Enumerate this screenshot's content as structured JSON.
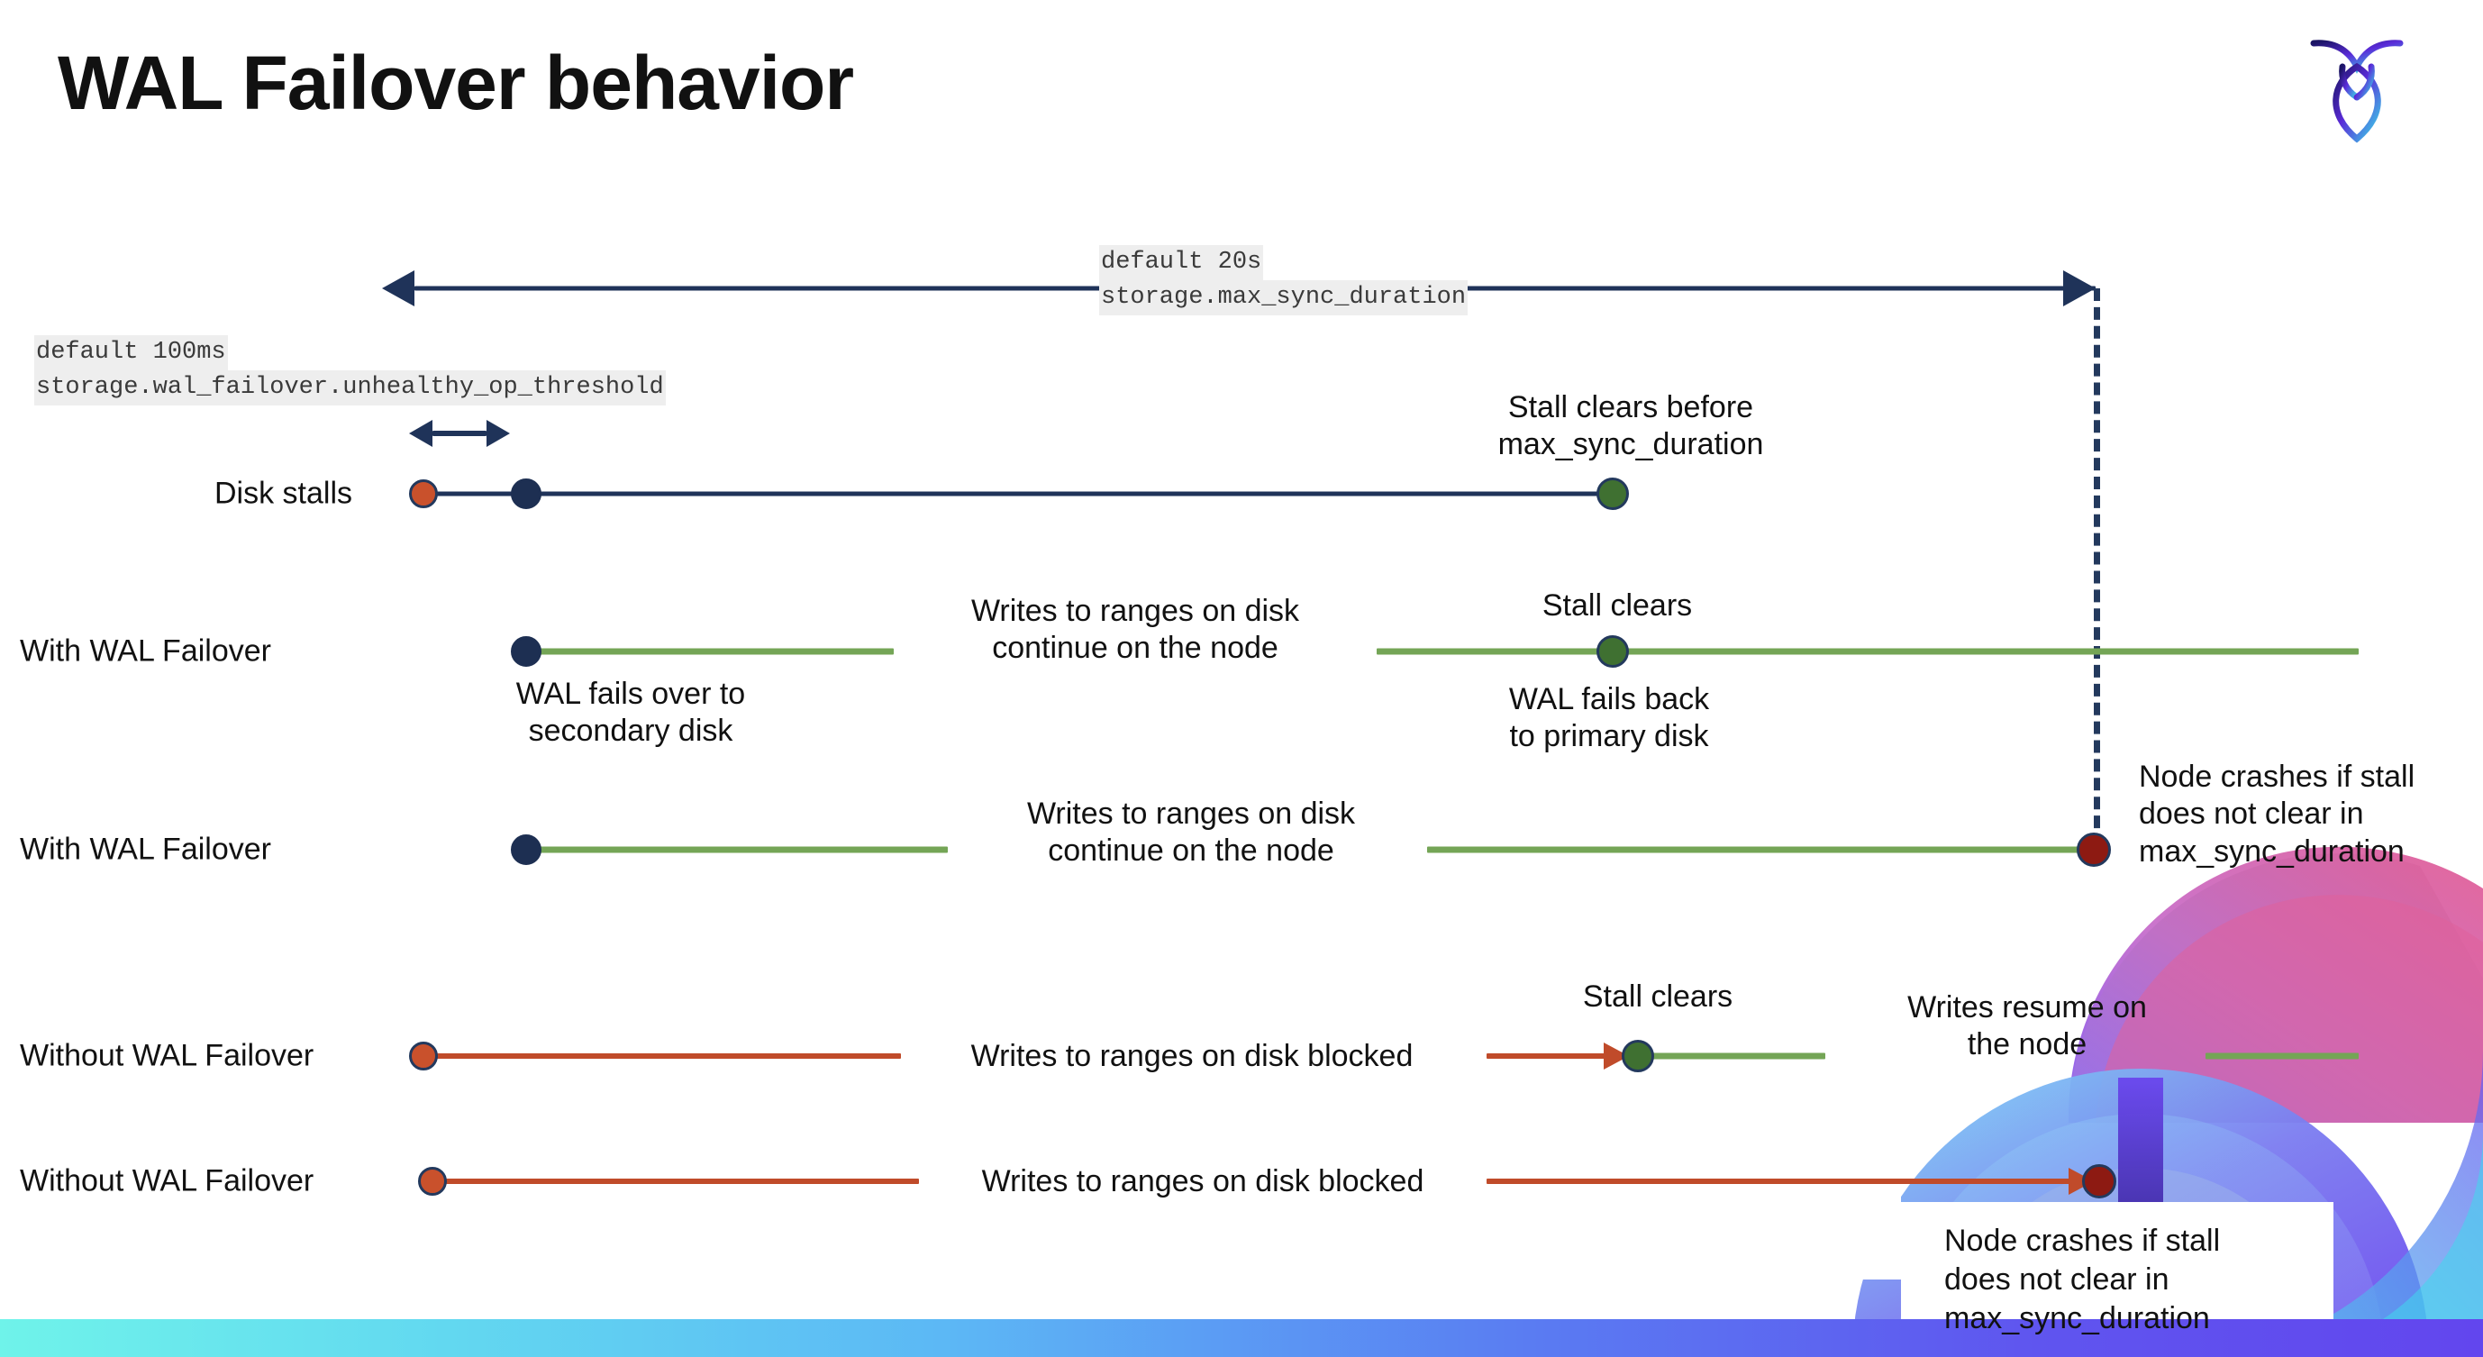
{
  "slide": {
    "title": "WAL Failover behavior",
    "logo_name": "cockroachdb-logo"
  },
  "callouts": {
    "max_sync_duration": {
      "line1": "default 20s",
      "line2": "storage.max_sync_duration"
    },
    "unhealthy_op_threshold": {
      "line1": "default 100ms",
      "line2": "storage.wal_failover.unhealthy_op_threshold"
    }
  },
  "rows": [
    {
      "label": "Disk stalls",
      "notes": [
        {
          "text_line1": "Stall clears before",
          "text_line2": "max_sync_duration"
        }
      ]
    },
    {
      "label": "With WAL Failover",
      "notes": [
        {
          "text_line1": "Writes to ranges on disk",
          "text_line2": "continue on the node"
        },
        {
          "text_line1": "Stall clears",
          "text_line2": ""
        },
        {
          "text_line1": "WAL fails over to",
          "text_line2": "secondary disk"
        },
        {
          "text_line1": "WAL fails  back",
          "text_line2": "to primary disk"
        }
      ]
    },
    {
      "label": "With WAL Failover",
      "notes": [
        {
          "text_line1": "Writes to ranges on disk",
          "text_line2": "continue on the node"
        },
        {
          "text_line1": "Node crashes if stall",
          "text_line2": "does not clear in",
          "text_line3": "max_sync_duration"
        }
      ]
    },
    {
      "label": "Without WAL Failover",
      "notes": [
        {
          "text_line1": "Writes to ranges on disk  blocked",
          "text_line2": ""
        },
        {
          "text_line1": "Stall clears",
          "text_line2": ""
        },
        {
          "text_line1": "Writes resume on",
          "text_line2": "the node"
        }
      ]
    },
    {
      "label": "Without WAL Failover",
      "notes": [
        {
          "text_line1": "Writes to ranges on disk  blocked",
          "text_line2": ""
        },
        {
          "text_line1": "Node crashes if stall",
          "text_line2": "does not clear in",
          "text_line3": "max_sync_duration"
        }
      ]
    }
  ],
  "labels": {
    "row1": "Disk stalls",
    "row2": "With WAL Failover",
    "row3": "With WAL Failover",
    "row4": "Without WAL Failover",
    "row5": "Without WAL Failover"
  },
  "notes": {
    "stall_clears_before_l1": "Stall clears before",
    "stall_clears_before_l2": "max_sync_duration",
    "writes_continue_l1": "Writes to ranges on disk",
    "writes_continue_l2": "continue on the node",
    "stall_clears": "Stall clears",
    "stall_clears_2": "Stall clears",
    "wal_fails_over_l1": "WAL fails over to",
    "wal_fails_over_l2": "secondary disk",
    "wal_fails_back_l1": "WAL fails  back",
    "wal_fails_back_l2": "to primary disk",
    "writes_continue2_l1": "Writes to ranges on disk",
    "writes_continue2_l2": "continue on the node",
    "node_crashes_l1": "Node crashes if stall",
    "node_crashes_l2": "does not clear in",
    "node_crashes_l3": "max_sync_duration",
    "writes_blocked": "Writes to ranges on disk  blocked",
    "writes_blocked_2": "Writes to ranges on disk  blocked",
    "writes_resume_l1": "Writes resume on",
    "writes_resume_l2": "the node",
    "node_crashes2_l1": "Node crashes if stall",
    "node_crashes2_l2": "does not clear in",
    "node_crashes2_l3": "max_sync_duration"
  },
  "colors": {
    "navy": "#1f3359",
    "green": "#74a556",
    "green_dot": "#3f7031",
    "orange": "#c04b2a",
    "orange_dot": "#c9512c",
    "dark_red": "#8d1a12",
    "code_bg": "#eeeeee"
  }
}
